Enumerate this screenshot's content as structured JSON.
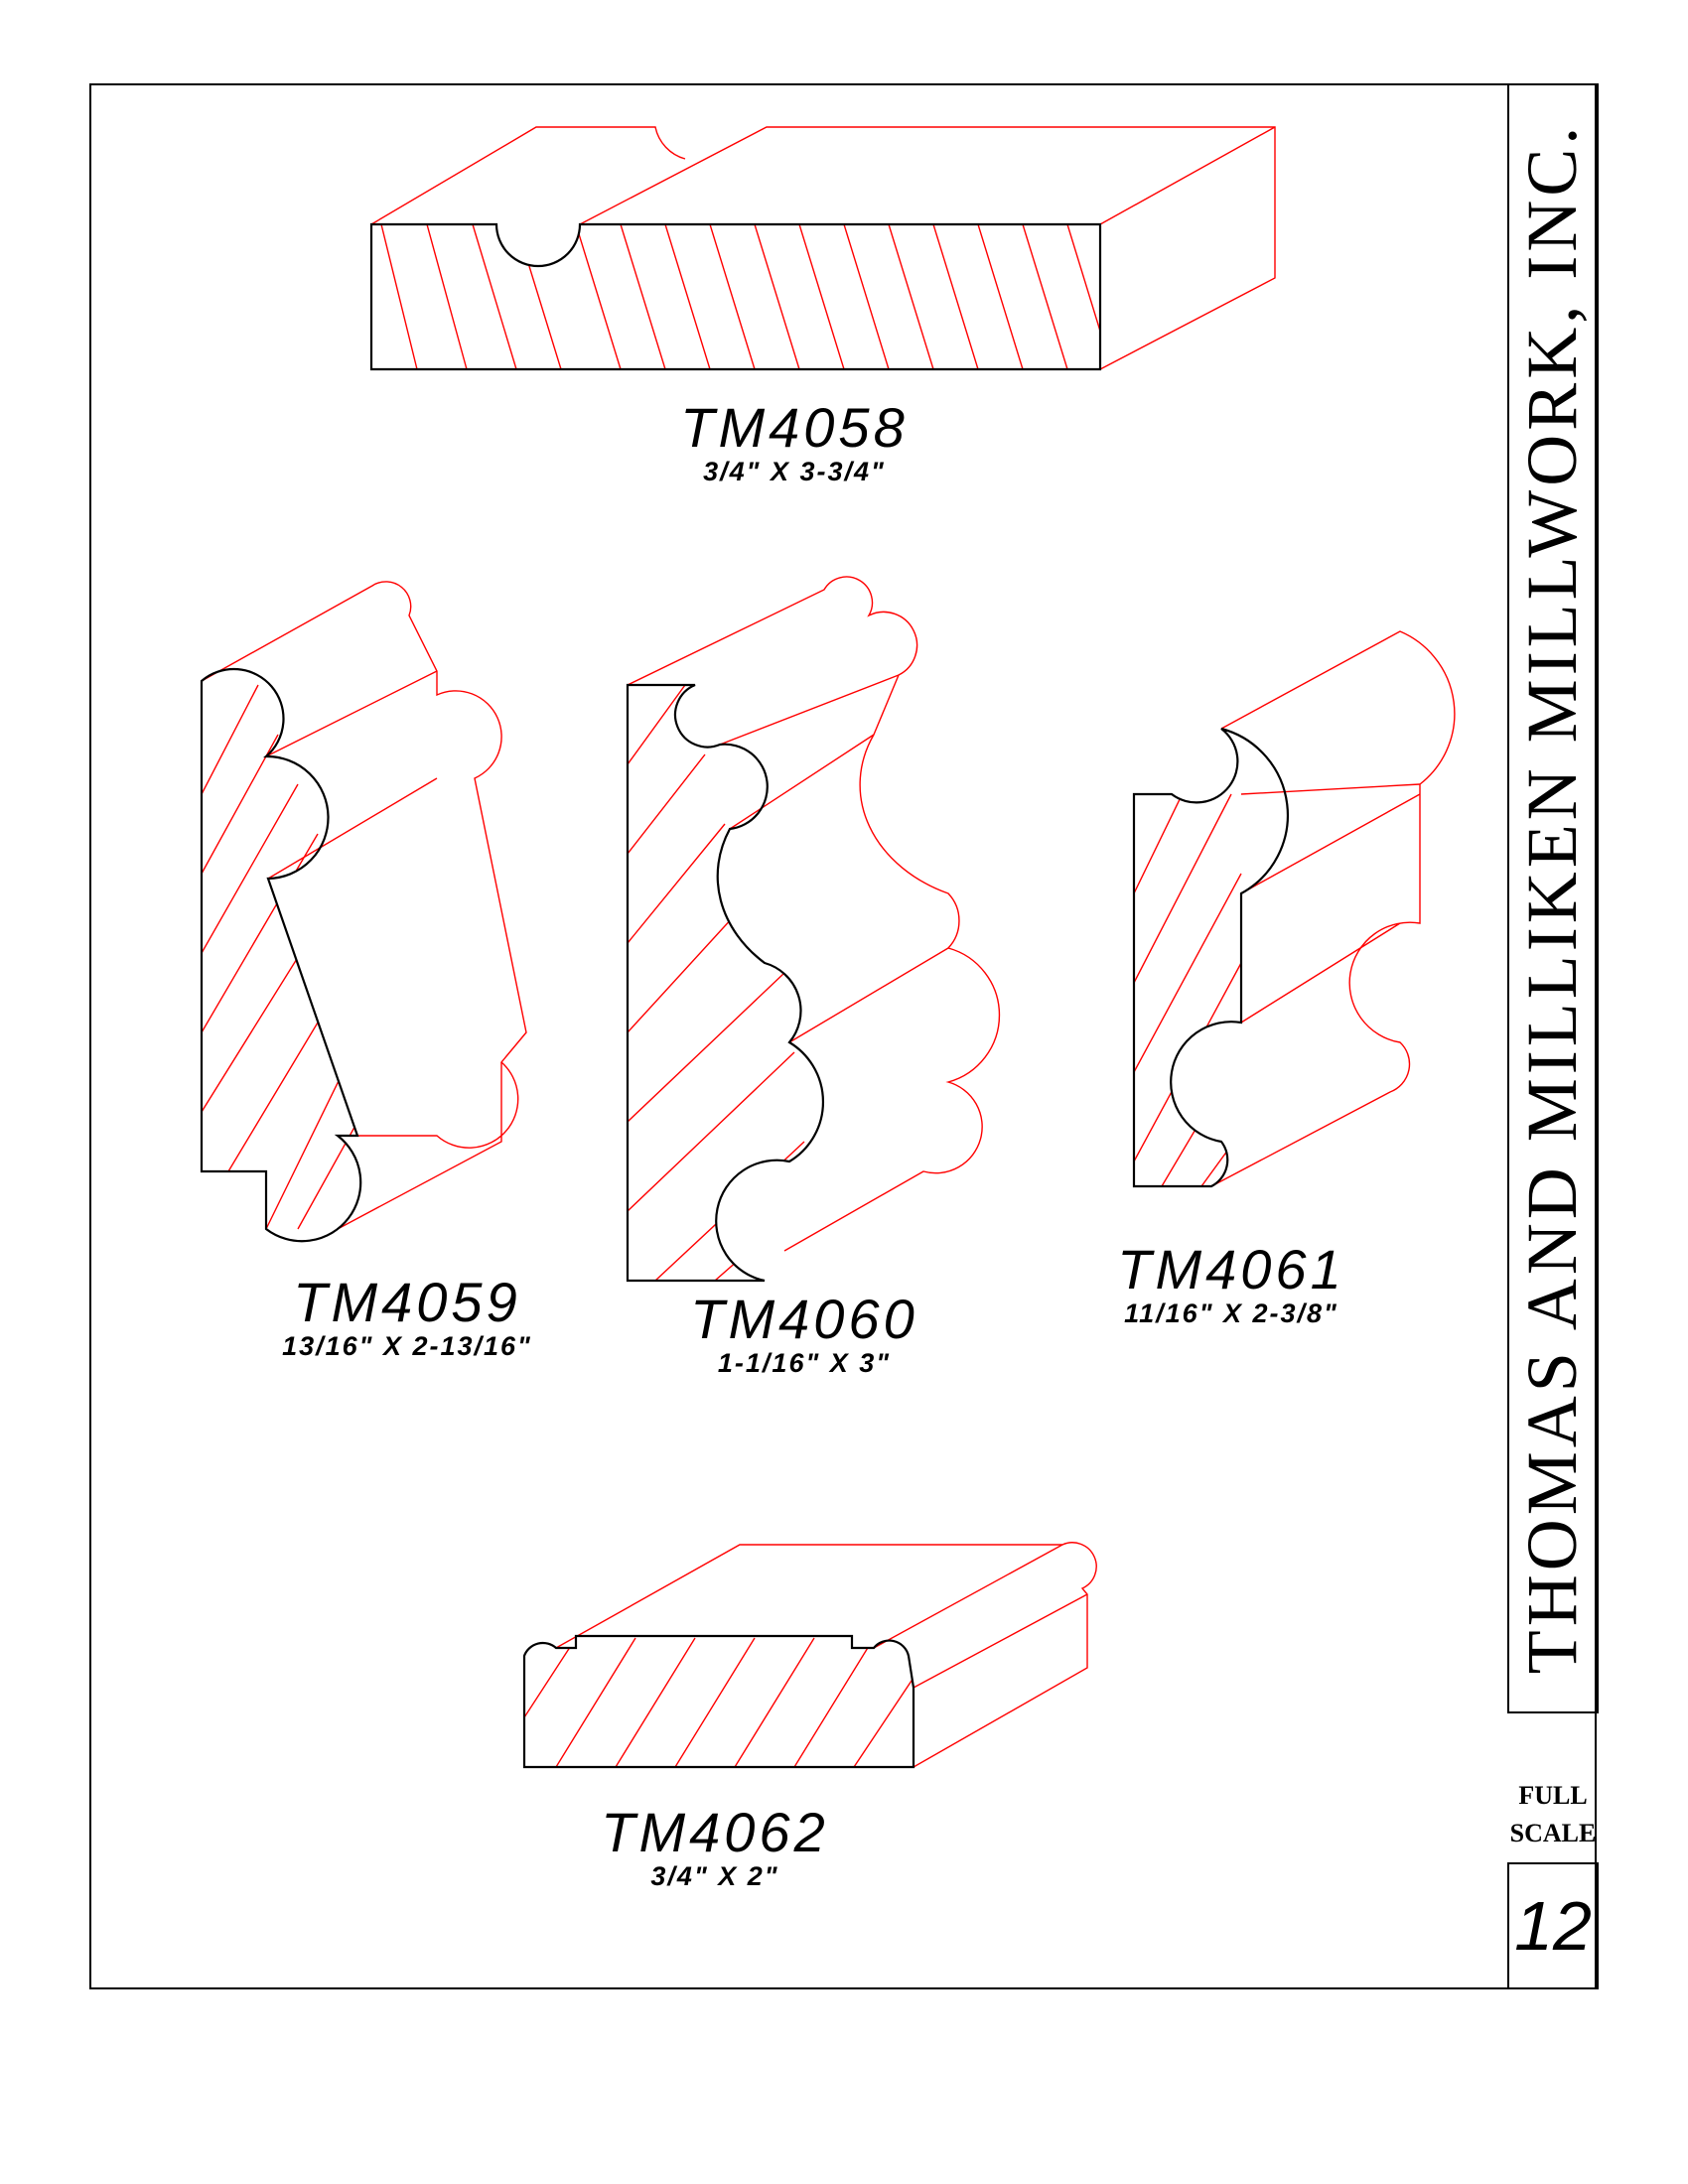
{
  "title_block": {
    "company": "THOMAS AND MILLIKEN MILLWORK, INC.",
    "scale_line1": "FULL",
    "scale_line2": "SCALE",
    "page_number": "12"
  },
  "profiles": [
    {
      "code": "TM4058",
      "dimensions": "3/4\"  X 3-3/4\""
    },
    {
      "code": "TM4059",
      "dimensions": "13/16\"  X 2-13/16\""
    },
    {
      "code": "TM4060",
      "dimensions": "1-1/16\"  X 3\""
    },
    {
      "code": "TM4061",
      "dimensions": "11/16\"  X 2-3/8\""
    },
    {
      "code": "TM4062",
      "dimensions": "3/4\"  X 2\""
    }
  ],
  "colors": {
    "outline": "#000000",
    "hatch": "#ff0000",
    "background": "#ffffff"
  }
}
